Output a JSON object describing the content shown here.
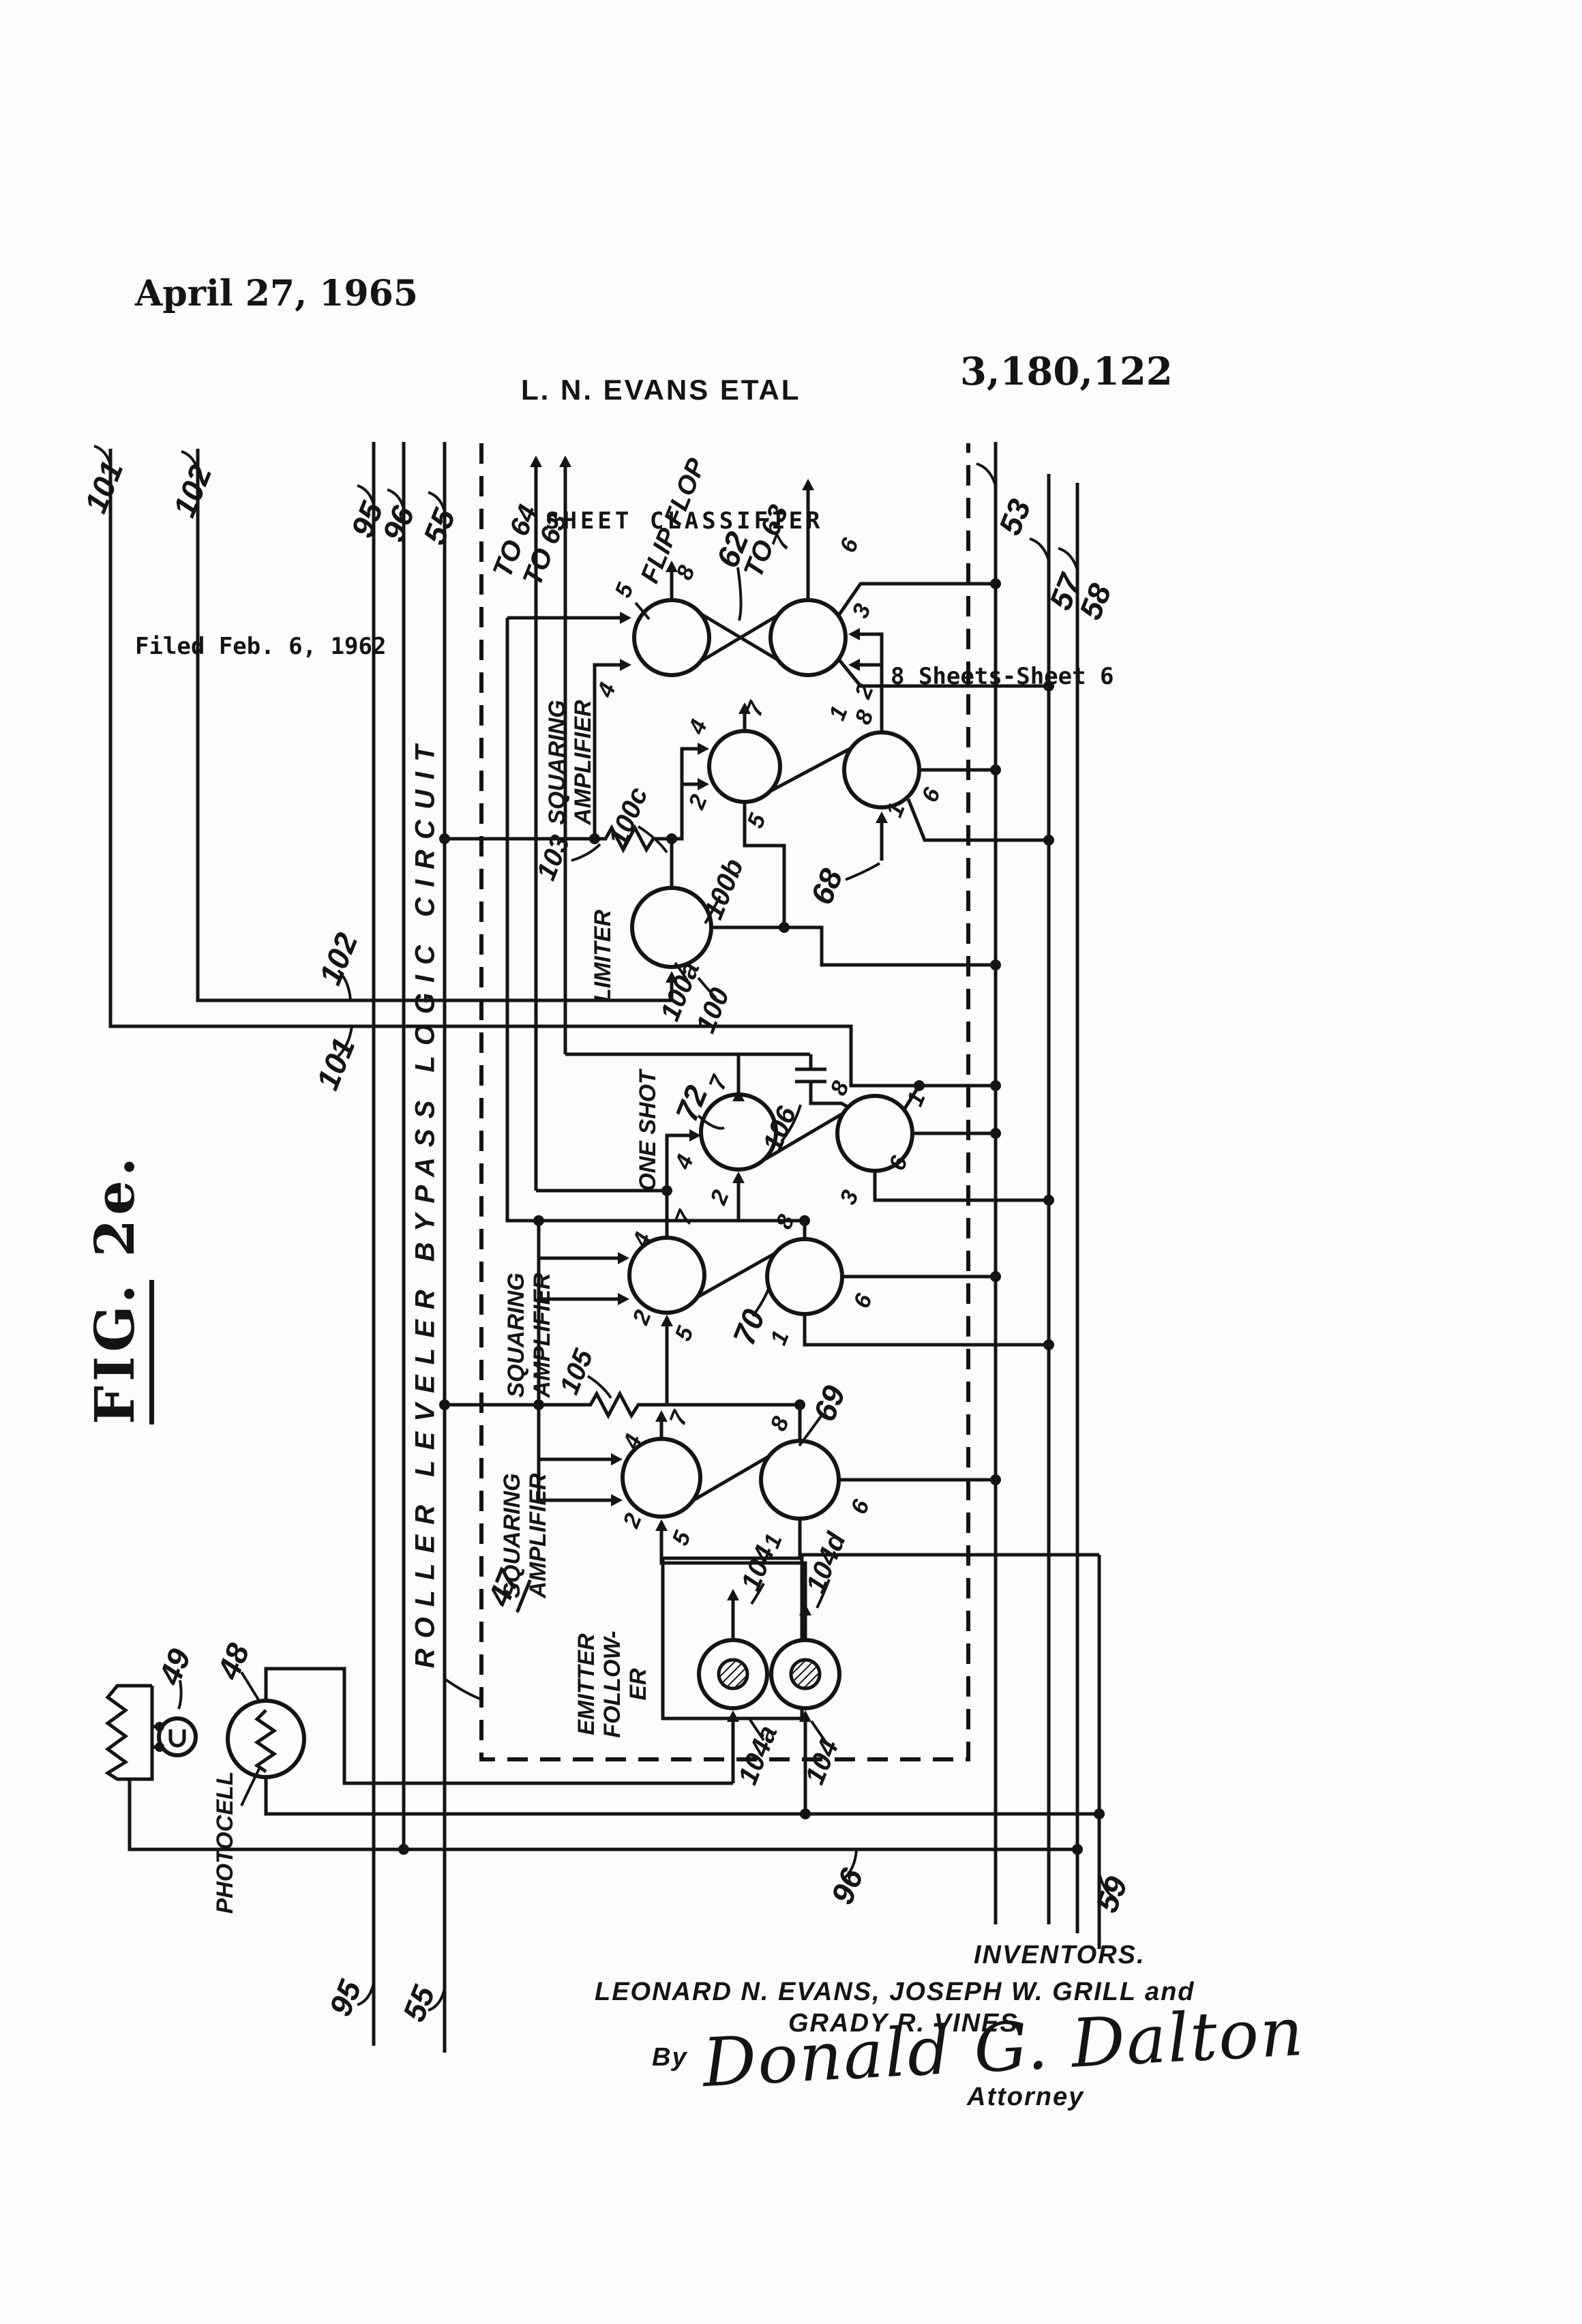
{
  "header": {
    "date": "April 27, 1965",
    "authors": "L. N. EVANS ETAL",
    "patent_number": "3,180,122",
    "title": "SHEET CLASSIFIER",
    "filed": "Filed Feb. 6, 1962",
    "sheet": "8 Sheets-Sheet 6"
  },
  "figure": {
    "fig": "FIG.",
    "num": "2e."
  },
  "circuit": {
    "box": {
      "label": "ROLLER LEVELER BYPASS LOGIC CIRCUIT",
      "ref": "47"
    },
    "rails": {
      "t101": "101",
      "t102": "102",
      "t95": "95",
      "t96": "96",
      "t55": "55",
      "m101": "101",
      "m102": "102",
      "r53": "53",
      "r57": "57",
      "r58": "58",
      "b96": "96",
      "b59": "59",
      "b95": "95",
      "b55": "55"
    },
    "outputs": {
      "to64": "TO 64",
      "to63a": "TO 63",
      "to63b": "TO 63"
    },
    "flip_flop": {
      "name": "FLIP FLOP",
      "ref": "62",
      "p5": "5",
      "p8": "8",
      "p4": "4",
      "p7": "7",
      "p6": "6",
      "p3": "3",
      "p2": "2",
      "p1": "1"
    },
    "sq_amp_1": {
      "name1": "SQUARING",
      "name2": "AMPLIFIER",
      "ref": "103",
      "p4": "4",
      "p7": "7",
      "p2": "2",
      "p5": "5",
      "pair_ref": "68",
      "p8": "8",
      "p6": "6",
      "p1": "1"
    },
    "limiter": {
      "name": "LIMITER",
      "ref_c": "100c",
      "ref_b": "100b",
      "ref_a": "100a",
      "ref": "100"
    },
    "one_shot": {
      "name": "ONE SHOT",
      "ref": "72",
      "cap_ref": "106",
      "p7": "7",
      "p4": "4",
      "p2": "2",
      "q8": "8",
      "q1": "1",
      "q6": "6",
      "q3": "3"
    },
    "sq_amp_2": {
      "name1": "SQUARING",
      "name2": "AMPLIFIER",
      "ref": "105",
      "p4": "4",
      "p7": "7",
      "p2": "2",
      "p5": "5",
      "pair_ref": "70",
      "p8": "8",
      "p6": "6",
      "p1": "1"
    },
    "sq_amp_3": {
      "name1": "SQUARING",
      "name2": "AMPLIFIER",
      "p4": "4",
      "p7": "7",
      "p2": "2",
      "p5": "5",
      "pair_ref": "69",
      "p8": "8",
      "p6": "6",
      "p1": "1"
    },
    "emitter_follower": {
      "name1": "EMITTER",
      "name2": "FOLLOW-",
      "name3": "ER",
      "ref_top": "104",
      "ref_top_d": "104d",
      "ref_bot_a": "104a",
      "ref_bot": "104"
    },
    "photocell": {
      "name": "PHOTOCELL",
      "ref": "48",
      "lamp_ref": "49"
    }
  },
  "footer": {
    "inventors_heading": "INVENTORS.",
    "names_line1": "LEONARD N. EVANS, JOSEPH W. GRILL and",
    "names_line2": "GRADY R. VINES",
    "by": "By",
    "signature": "Donald G. Dalton",
    "attorney": "Attorney"
  }
}
